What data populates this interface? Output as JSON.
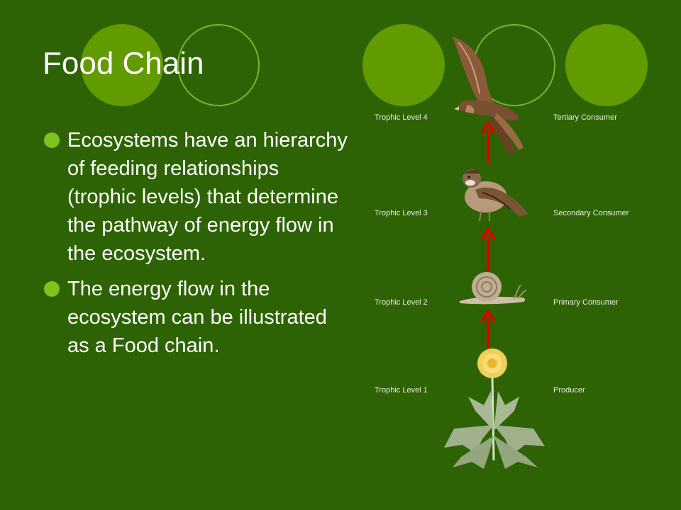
{
  "slide": {
    "title": "Food Chain",
    "bullets": [
      "Ecosystems have an hierarchy of feeding relationships (trophic levels) that determine the pathway of energy flow in the ecosystem.",
      "The energy flow in the ecosystem can be illustrated as a Food chain."
    ]
  },
  "diagram": {
    "levels": [
      {
        "left_label": "Trophic Level 4",
        "right_label": "Tertiary Consumer",
        "organism_icon": "hawk-icon"
      },
      {
        "left_label": "Trophic Level 3",
        "right_label": "Secondary Consumer",
        "organism_icon": "sparrow-icon"
      },
      {
        "left_label": "Trophic Level 2",
        "right_label": "Primary Consumer",
        "organism_icon": "snail-icon"
      },
      {
        "left_label": "Trophic Level 1",
        "right_label": "Producer",
        "organism_icon": "dandelion-icon"
      }
    ]
  },
  "colors": {
    "background": "#2d6304",
    "circle_fill": "#629b00",
    "bullet_dot": "#7fc41e",
    "arrow": "#e00000"
  }
}
